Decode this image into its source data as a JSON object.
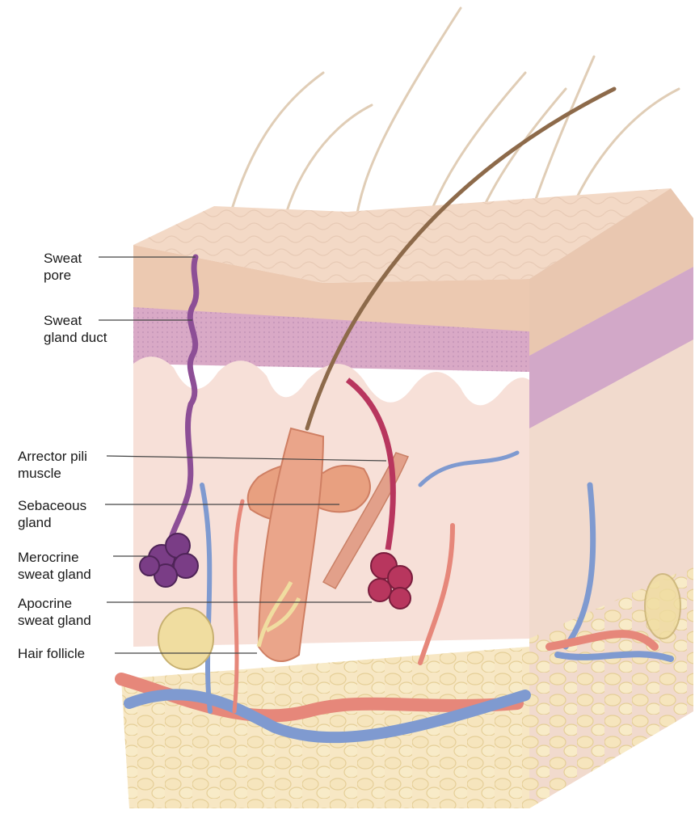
{
  "diagram": {
    "labels": [
      {
        "id": "sweat-pore",
        "lines": [
          "Sweat",
          "pore"
        ]
      },
      {
        "id": "sweat-gland-duct",
        "lines": [
          "Sweat",
          "gland duct"
        ]
      },
      {
        "id": "arrector-pili-muscle",
        "lines": [
          "Arrector pili",
          "muscle"
        ]
      },
      {
        "id": "sebaceous-gland",
        "lines": [
          "Sebaceous",
          "gland"
        ]
      },
      {
        "id": "merocrine-sweat-gland",
        "lines": [
          "Merocrine",
          "sweat gland"
        ]
      },
      {
        "id": "apocrine-sweat-gland",
        "lines": [
          "Apocrine",
          "sweat gland"
        ]
      },
      {
        "id": "hair-follicle",
        "lines": [
          "Hair follicle"
        ]
      }
    ]
  },
  "colors": {
    "surface": "#f4dccb",
    "epidermis": "#e9c7b0",
    "basal_layer": "#c99bc0",
    "dermis": "#f6dfd6",
    "hypodermis_fat": "#f6e6c0",
    "artery": "#e6877a",
    "vein": "#7f9ad0",
    "merocrine_gland": "#7a3d86",
    "apocrine_gland": "#b8365e",
    "sebaceous_gland": "#e8a080",
    "hair": "#8d6a4a",
    "nerve": "#f0dda0",
    "leader_line": "#444444"
  }
}
